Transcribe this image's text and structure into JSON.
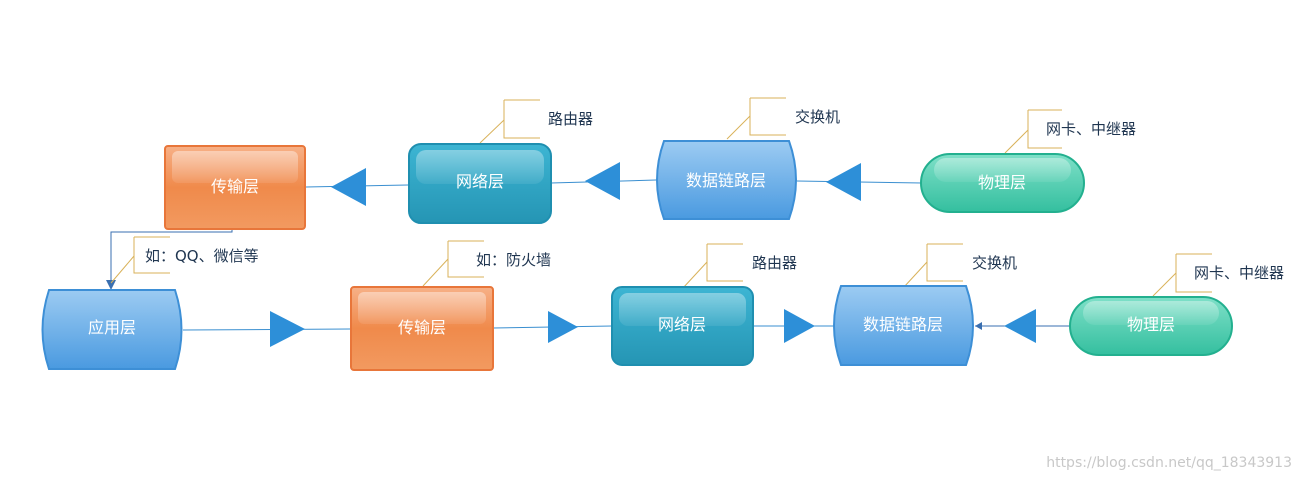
{
  "diagram": {
    "top_row": {
      "transport": "传输层",
      "network": "网络层",
      "datalink": "数据链路层",
      "physical": "物理层"
    },
    "bottom_row": {
      "application": "应用层",
      "transport": "传输层",
      "network": "网络层",
      "datalink": "数据链路层",
      "physical": "物理层"
    },
    "callouts": {
      "top_router": "路由器",
      "top_switch": "交换机",
      "top_nic": "网卡、中继器",
      "app_example": "如：QQ、微信等",
      "firewall": "如：防火墙",
      "bottom_router": "路由器",
      "bottom_switch": "交换机",
      "bottom_nic": "网卡、中继器"
    },
    "watermark": "https://blog.csdn.net/qq_18343913"
  },
  "colors": {
    "orange": "#f0894a",
    "teal": "#2a9fbf",
    "blue": "#5aa6e6",
    "green": "#3cc6a8",
    "arrow": "#2d8fd8",
    "callout_line": "#d9b25a"
  }
}
